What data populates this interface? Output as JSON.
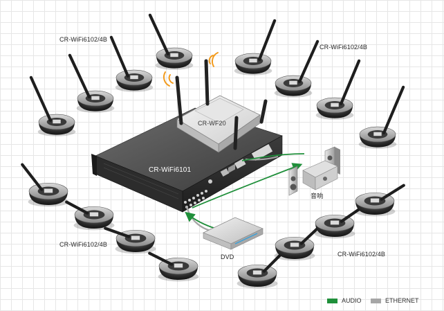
{
  "labels": {
    "mic_group_top_left": "CR-WiFi6102/4B",
    "mic_group_top_right": "CR-WiFi6102/4B",
    "mic_group_bottom_left": "CR-WiFi6102/4B",
    "mic_group_bottom_right": "CR-WiFi6102/4B",
    "access_point": "CR-WF20",
    "main_unit": "CR-WiFi6101",
    "speakers": "音响",
    "dvd": "DVD"
  },
  "legend": {
    "audio_label": "AUDIO",
    "ethernet_label": "ETHERNET",
    "audio_color": "#1f8f3a",
    "ethernet_color": "#a6a6a6"
  },
  "icons": {
    "microphone": "desktop-gooseneck-microphone-icon",
    "access_point": "wifi-access-point-icon",
    "main_unit": "rack-mount-unit-icon",
    "speakers": "speaker-system-icon",
    "dvd": "dvd-player-icon",
    "wifi_signal": "wifi-signal-icon"
  }
}
